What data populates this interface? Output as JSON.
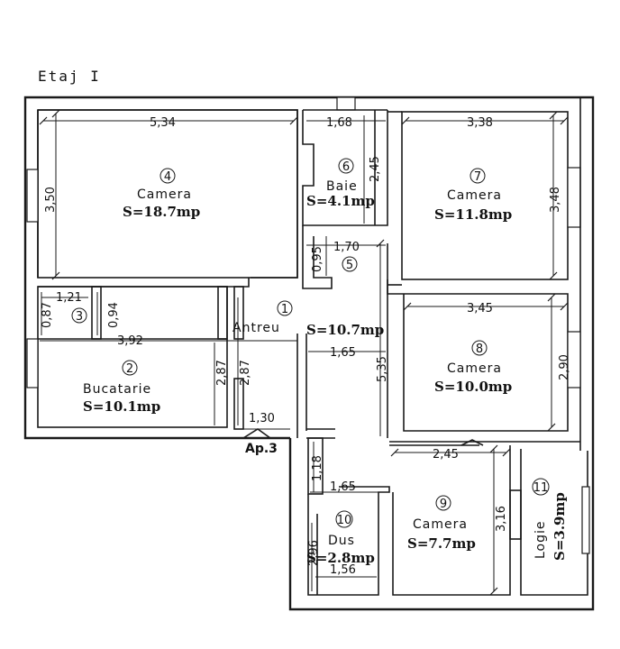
{
  "floor_title": "Etaj I",
  "apartment_label": "Ap.3",
  "rooms": [
    {
      "number": "1",
      "name": "Antreu",
      "area": "S=10.7mp"
    },
    {
      "number": "2",
      "name": "Bucatarie",
      "area": "S=10.1mp"
    },
    {
      "number": "3",
      "name": "",
      "area": ""
    },
    {
      "number": "4",
      "name": "Camera",
      "area": "S=18.7mp"
    },
    {
      "number": "5",
      "name": "",
      "area": ""
    },
    {
      "number": "6",
      "name": "Baie",
      "area": "S=4.1mp"
    },
    {
      "number": "7",
      "name": "Camera",
      "area": "S=11.8mp"
    },
    {
      "number": "8",
      "name": "Camera",
      "area": "S=10.0mp"
    },
    {
      "number": "9",
      "name": "Camera",
      "area": "S=7.7mp"
    },
    {
      "number": "10",
      "name": "Dus",
      "area": "S=2.8mp"
    },
    {
      "number": "11",
      "name": "Logie",
      "area": "S=3.9mp"
    }
  ],
  "dimensions": {
    "camera4_width": "5,34",
    "camera4_height": "3,50",
    "baie_width": "1,68",
    "baie_height": "2,45",
    "camera7_width": "3,38",
    "camera7_height": "3,48",
    "hall5_width": "1,70",
    "hall5_height": "0,95",
    "pantry_width": "1,21",
    "pantry_height": "0,87",
    "pantry_side": "0,94",
    "kitchen_width": "3,92",
    "kitchen_height_a": "2,87",
    "kitchen_height_b": "2,87",
    "camera8_width": "3,45",
    "camera8_height": "2,90",
    "antreu_width": "1,65",
    "antreu_length": "5,35",
    "entry_width": "1,30",
    "camera9_width": "2,45",
    "camera9_height": "3,16",
    "dus_upper": "1,18",
    "dus_width": "1,65",
    "dus_height": "2,96",
    "dus_bottom": "1,56"
  }
}
